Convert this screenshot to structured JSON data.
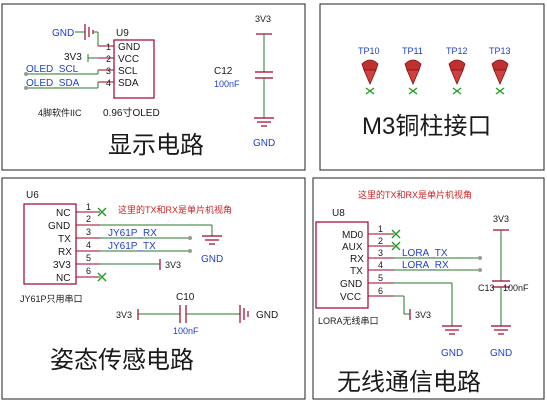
{
  "colors": {
    "wire": "#2a7a2a",
    "component": "#a0002a",
    "net_label": "#1f3fd0",
    "note": "#cc2222",
    "text": "#1a1a1a"
  },
  "display": {
    "title": "显示电路",
    "ref": "U9",
    "value": "0.96寸OLED",
    "package": "4脚软件IIC",
    "pins": [
      {
        "num": "1",
        "name": "GND",
        "net": "GND"
      },
      {
        "num": "2",
        "name": "VCC",
        "net": "3V3"
      },
      {
        "num": "3",
        "name": "SCL",
        "net": "OLED_SCL"
      },
      {
        "num": "4",
        "name": "SDA",
        "net": "OLED_SDA"
      }
    ],
    "cap": {
      "ref": "C12",
      "value": "100nF",
      "top": "3V3",
      "bottom": "GND"
    }
  },
  "mount": {
    "title": "M3铜柱接口",
    "points": [
      "TP10",
      "TP11",
      "TP12",
      "TP13"
    ]
  },
  "imu": {
    "title": "姿态传感电路",
    "ref": "U6",
    "caption": "JY61P只用串口",
    "note": "这里的TX和RX是单片机视角",
    "pins": [
      {
        "num": "1",
        "name": "NC",
        "net": ""
      },
      {
        "num": "2",
        "name": "GND",
        "net": "GND"
      },
      {
        "num": "3",
        "name": "TX",
        "net": "JY61P_RX"
      },
      {
        "num": "4",
        "name": "RX",
        "net": "JY61P_TX"
      },
      {
        "num": "5",
        "name": "3V3",
        "net": "3V3"
      },
      {
        "num": "6",
        "name": "NC",
        "net": ""
      }
    ],
    "cap": {
      "ref": "C10",
      "value": "100nF",
      "left": "3V3",
      "right": "GND"
    }
  },
  "lora": {
    "title": "无线通信电路",
    "ref": "U8",
    "caption": "LORA无线串口",
    "note": "这里的TX和RX是单片机视角",
    "pins": [
      {
        "num": "1",
        "name": "MD0",
        "net": ""
      },
      {
        "num": "2",
        "name": "AUX",
        "net": ""
      },
      {
        "num": "3",
        "name": "RX",
        "net": "LORA_TX"
      },
      {
        "num": "4",
        "name": "TX",
        "net": "LORA_RX"
      },
      {
        "num": "5",
        "name": "GND",
        "net": "GND"
      },
      {
        "num": "6",
        "name": "VCC",
        "net": "3V3"
      }
    ],
    "cap": {
      "ref": "C13",
      "value": "100nF",
      "top": "3V3",
      "bottom": "GND"
    },
    "gnd_label_left": "GND",
    "gnd_label_right": "GND"
  }
}
